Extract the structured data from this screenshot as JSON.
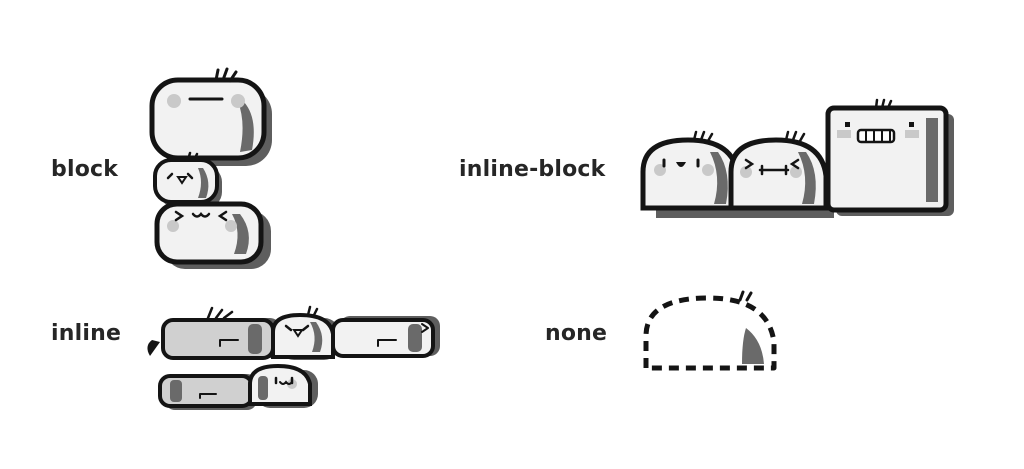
{
  "labels": {
    "block": "block",
    "inline_block": "inline-block",
    "inline": "inline",
    "none": "none"
  },
  "colors": {
    "outline": "#141414",
    "body_fill": "#f2f2f2",
    "shadow": "#5e5e5e",
    "blush": "#c9c9c9",
    "inline_fill": "#d0d0d0",
    "label": "#262626"
  }
}
